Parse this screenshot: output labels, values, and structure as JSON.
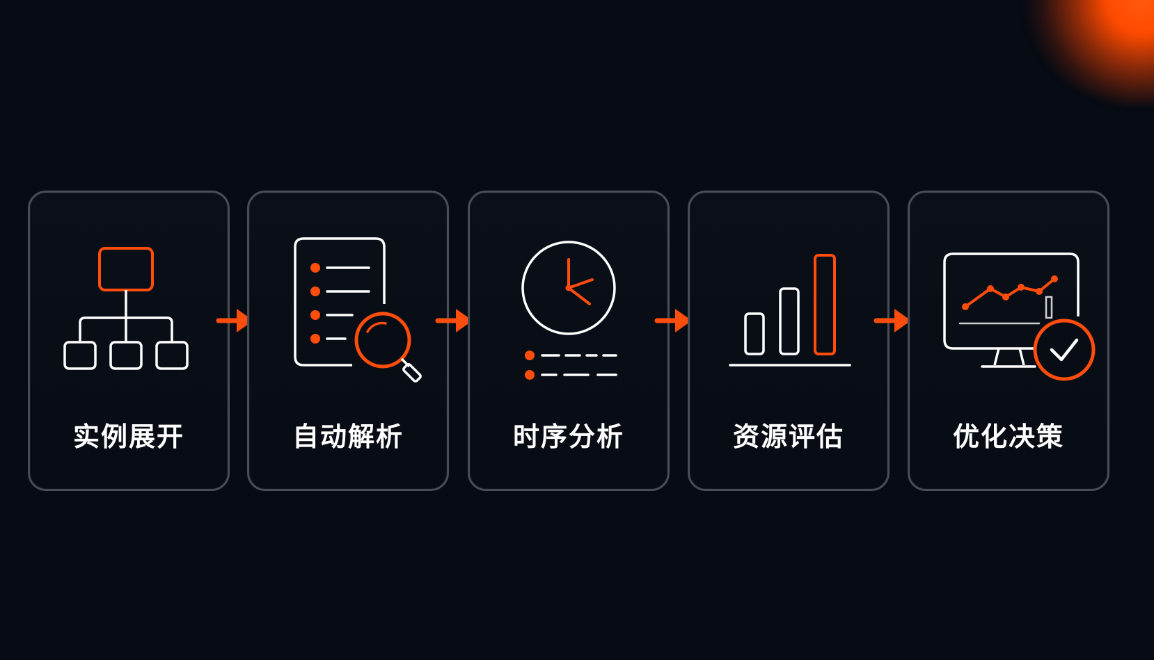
{
  "colors": {
    "background": "#060b14",
    "accent": "#ff4d0d",
    "icon_white": "#ffffff",
    "card_border": "#4a4d54"
  },
  "steps": [
    {
      "label": "实例展开",
      "icon": "hierarchy-icon"
    },
    {
      "label": "自动解析",
      "icon": "document-search-icon"
    },
    {
      "label": "时序分析",
      "icon": "clock-timeline-icon"
    },
    {
      "label": "资源评估",
      "icon": "bar-chart-icon"
    },
    {
      "label": "优化决策",
      "icon": "monitor-check-icon"
    }
  ],
  "connectors": [
    "arrow-right-icon",
    "arrow-right-icon",
    "arrow-right-icon",
    "arrow-right-icon"
  ]
}
